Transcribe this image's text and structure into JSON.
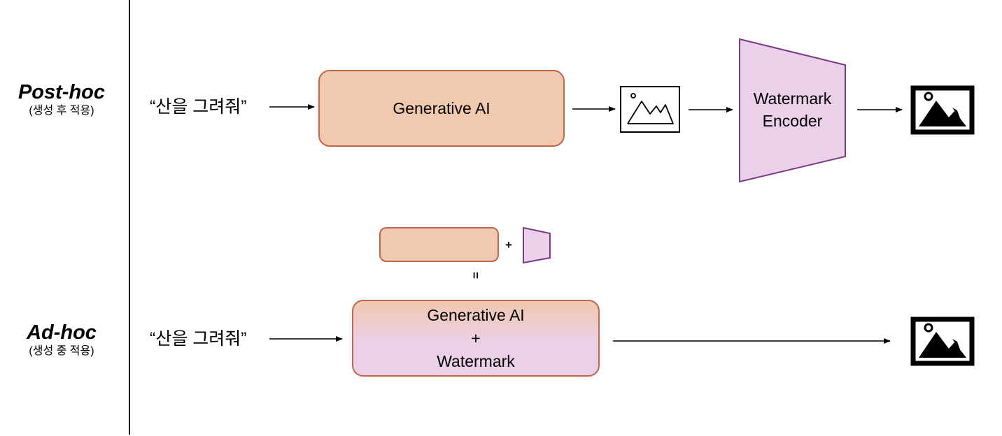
{
  "post_hoc": {
    "title": "Post-hoc",
    "subtitle": "(생성 후 적용)",
    "prompt": "“산을 그려줘”",
    "model_label": "Generative AI",
    "encoder_label_line1": "Watermark",
    "encoder_label_line2": "Encoder",
    "plain_image_icon": "mountain-image-outline-icon",
    "output_image_icon": "mountain-image-filled-icon"
  },
  "merge": {
    "plus": "+",
    "equals": "="
  },
  "ad_hoc": {
    "title": "Ad-hoc",
    "subtitle": "(생성 중 적용)",
    "prompt": "“산을 그려줘”",
    "combined_line1": "Generative AI",
    "combined_line2": "+",
    "combined_line3": "Watermark",
    "output_image_icon": "mountain-image-filled-icon"
  },
  "colors": {
    "generator_fill": "#f0c9ae",
    "generator_border": "#c0664a",
    "encoder_fill": "#ebd0ea",
    "encoder_border": "#7a3a86"
  }
}
